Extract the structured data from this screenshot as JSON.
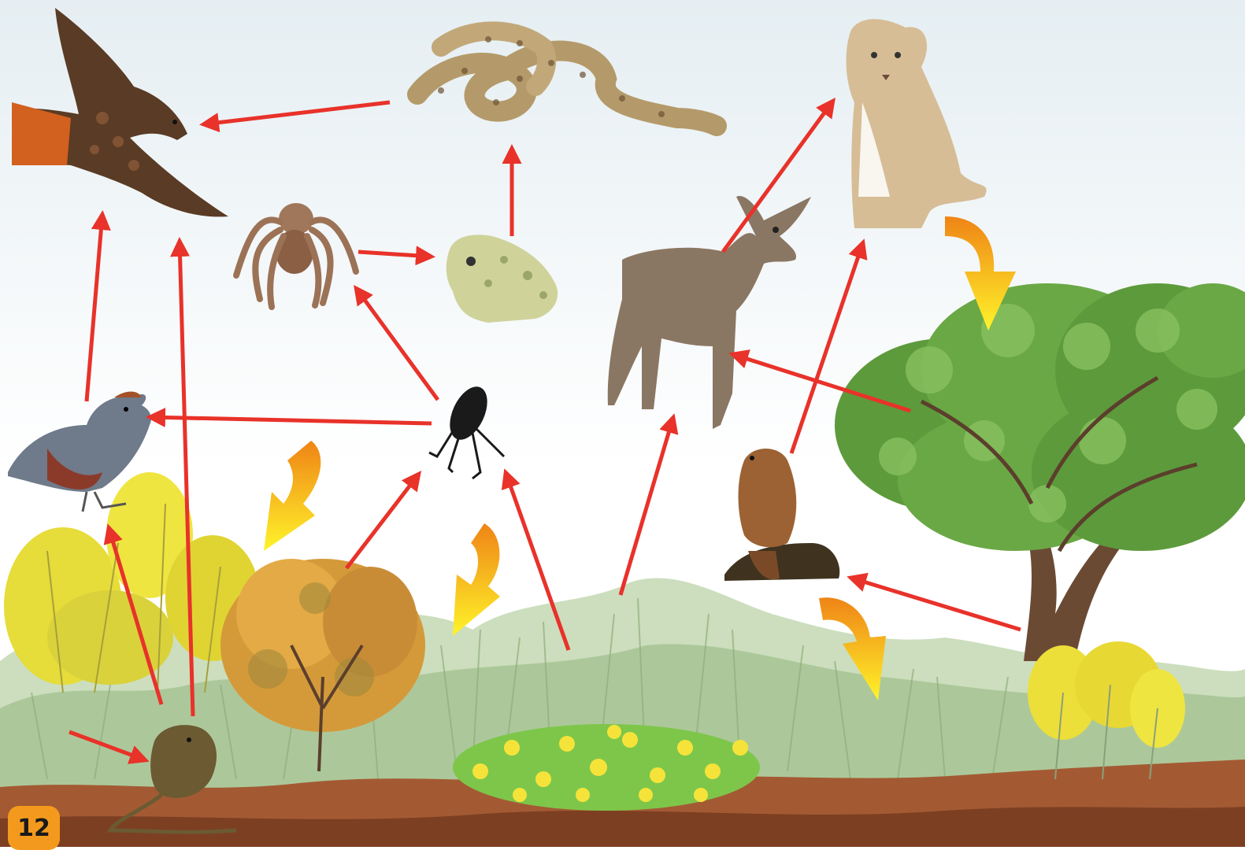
{
  "page": {
    "number": "12"
  },
  "colors": {
    "sky_top": "#e7f0f3",
    "sky_bottom": "#ffffff",
    "soil": "#a0522d",
    "soil_dark": "#7a3b1f",
    "grass": "#b7cfa6",
    "feeding_arrow": "#e8322a",
    "decomposition_arrow_start": "#f08a1a",
    "decomposition_arrow_end": "#fff226",
    "badge": "#f39a1e"
  },
  "organisms": [
    {
      "id": "hawk",
      "icon": "hawk-icon"
    },
    {
      "id": "rattlesnake",
      "icon": "rattlesnake-icon"
    },
    {
      "id": "mountain-lion",
      "icon": "mountain-lion-icon"
    },
    {
      "id": "tarantula",
      "icon": "tarantula-icon"
    },
    {
      "id": "toad",
      "icon": "toad-icon"
    },
    {
      "id": "deer",
      "icon": "deer-icon"
    },
    {
      "id": "quail",
      "icon": "quail-icon"
    },
    {
      "id": "beetle",
      "icon": "beetle-icon"
    },
    {
      "id": "beaver",
      "icon": "beaver-icon"
    },
    {
      "id": "kangaroo-rat",
      "icon": "kangaroo-rat-icon"
    },
    {
      "id": "tree",
      "icon": "tree-icon"
    },
    {
      "id": "orange-shrub",
      "icon": "shrub-icon"
    },
    {
      "id": "yellow-shrub",
      "icon": "rabbitbrush-icon"
    },
    {
      "id": "flowers",
      "icon": "flower-patch-icon"
    },
    {
      "id": "grass",
      "icon": "grass-icon"
    }
  ],
  "feeding_links": [
    {
      "from": "rattlesnake",
      "to": "hawk"
    },
    {
      "from": "toad",
      "to": "rattlesnake"
    },
    {
      "from": "tarantula",
      "to": "toad"
    },
    {
      "from": "beetle",
      "to": "tarantula"
    },
    {
      "from": "beetle",
      "to": "quail"
    },
    {
      "from": "quail",
      "to": "hawk"
    },
    {
      "from": "kangaroo-rat",
      "to": "hawk"
    },
    {
      "from": "kangaroo-rat",
      "to": "quail"
    },
    {
      "from": "grass",
      "to": "kangaroo-rat"
    },
    {
      "from": "orange-shrub",
      "to": "beetle"
    },
    {
      "from": "grass",
      "to": "beetle"
    },
    {
      "from": "grass",
      "to": "deer"
    },
    {
      "from": "deer",
      "to": "mountain-lion"
    },
    {
      "from": "beaver",
      "to": "mountain-lion"
    },
    {
      "from": "tree",
      "to": "deer"
    },
    {
      "from": "tree",
      "to": "beaver"
    }
  ],
  "decomposition_arrows": [
    {
      "from": "mountain-lion",
      "to": "tree"
    },
    {
      "from": "quail",
      "to": "orange-shrub"
    },
    {
      "from": "beetle",
      "to": "grass"
    },
    {
      "from": "beaver",
      "to": "grass"
    }
  ]
}
